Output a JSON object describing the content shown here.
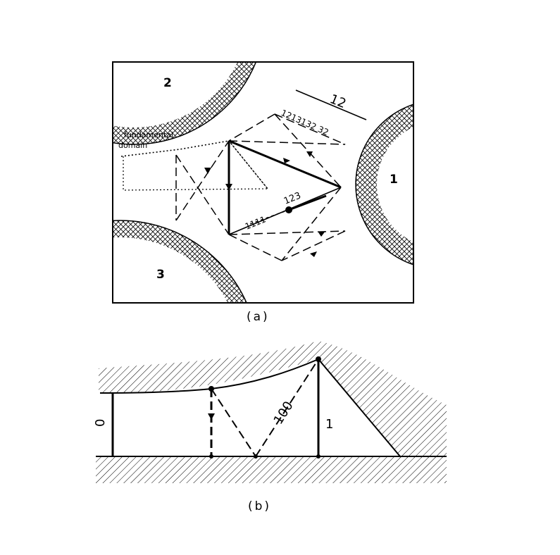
{
  "figure_a": {
    "caption": "(a)",
    "regions": {
      "r1": "1",
      "r2": "2",
      "r3": "3"
    },
    "annotation": {
      "line1": "fundamental",
      "line2": "domain"
    },
    "orbit_labels": {
      "l12": "12",
      "l1213": "1213132 32",
      "l123": "123",
      "l111": "1111"
    }
  },
  "figure_b": {
    "caption": "(b)",
    "labels": {
      "zero": "0",
      "one": "1",
      "hundred": "100"
    }
  },
  "colors": {
    "ink": "#000000",
    "paper": "#ffffff"
  }
}
